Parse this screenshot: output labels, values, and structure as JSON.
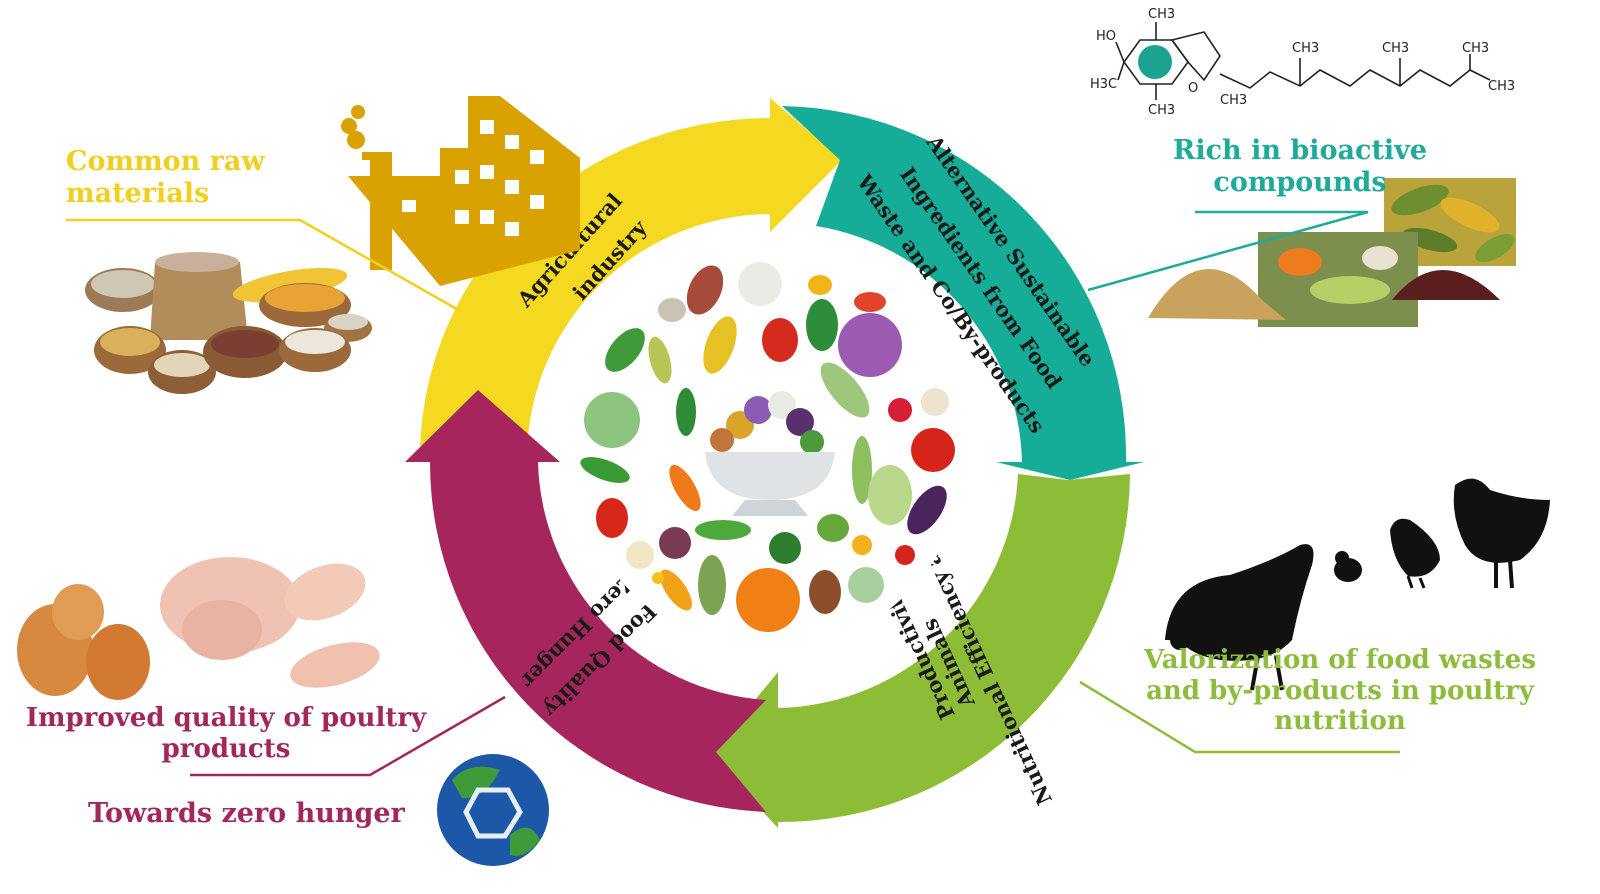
{
  "ring": {
    "agri": {
      "line1": "Agricultural",
      "line2": "industry",
      "color": "#f5d820"
    },
    "alt": {
      "line1": "Alternative Sustainable",
      "line2": "Ingredients from Food",
      "line3": "Waste and Co/By-products",
      "color": "#17ad97"
    },
    "nutri": {
      "line1": "Nutritional Efficiency and",
      "line2": "Animals",
      "line3": "Productivity",
      "color": "#8dbd36"
    },
    "food": {
      "line1": "Food Quality",
      "line2": "Zero Hunger",
      "color": "#a6255c"
    }
  },
  "labels": {
    "raw_line1": "Common raw",
    "raw_line2": "materials",
    "bio_line1": "Rich in bioactive",
    "bio_line2": "compounds",
    "valor_line1": "Valorization of food wastes",
    "valor_line2": "and by-products in poultry",
    "valor_line3": "nutrition",
    "quality_line1": "Improved quality of poultry",
    "quality_line2": "products",
    "hunger": "Towards zero hunger"
  },
  "molecule": {
    "ho": "HO",
    "ch3_top": "CH3",
    "h3c_left": "H3C",
    "ch3_bottom": "CH3",
    "o": "O",
    "ch3_ring": "CH3",
    "ch3_a": "CH3",
    "ch3_b": "CH3",
    "ch3_c": "CH3",
    "ch3_end": "CH3"
  },
  "colors": {
    "yellow": "#f2cf1f",
    "teal": "#1faa9a",
    "green": "#8cbd3c",
    "magenta": "#a3285a",
    "factory": "#d9a200"
  },
  "icons": [
    "factory-icon",
    "grain-bowls-image",
    "powder-leaves-image",
    "chicken-silhouettes-icon",
    "chicken-meat-image",
    "eggs-image",
    "recycle-globe-icon",
    "vegetable-circle-image",
    "salad-bowl-icon"
  ]
}
